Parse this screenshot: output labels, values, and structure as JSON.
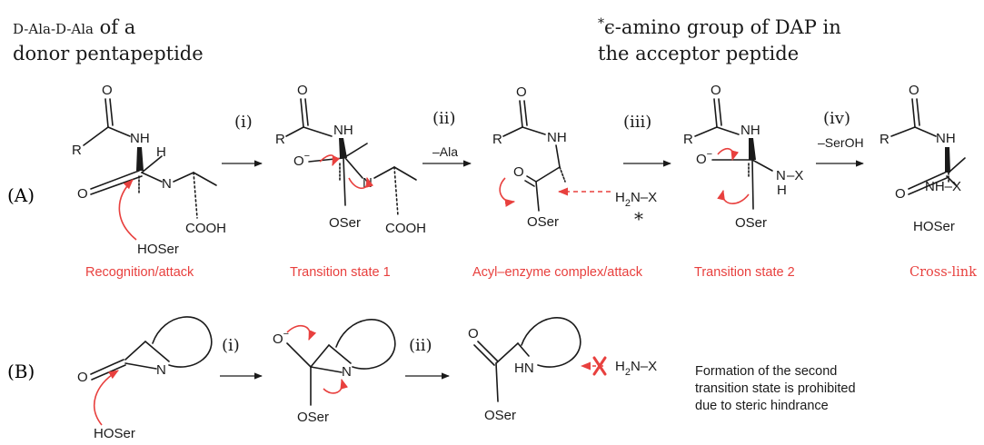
{
  "headers": {
    "left_line1_prefix": "D-Ala-D-Ala",
    "left_line1_suffix": " of a",
    "left_line2": "donor pentapeptide",
    "right_line1_prefix": "*",
    "right_line1_epsilon": "ϵ",
    "right_line1_suffix": "-amino group of DAP in",
    "right_line2": "the acceptor peptide"
  },
  "panels": {
    "a_label": "(A)",
    "b_label": "(B)"
  },
  "steps": {
    "i": "(i)",
    "ii": "(ii)",
    "iii": "(iii)",
    "iv": "(iv)",
    "minus_ala": "–Ala",
    "minus_serOH": "–SerOH"
  },
  "atoms": {
    "R": "R",
    "O": "O",
    "O_minus": "O",
    "minus": "−",
    "NH": "NH",
    "N": "N",
    "H": "H",
    "HN": "HN",
    "COOH": "COOH",
    "OSer": "OSer",
    "HOSer": "HOSer",
    "H2N": "H",
    "two": "2",
    "N_X": "N–X",
    "X_dash": "–X",
    "NH_X": "NH–X",
    "star": "*"
  },
  "captions": {
    "c1": "Recognition/attack",
    "c2": "Transition state 1",
    "c3": "Acyl–enzyme complex/attack",
    "c4": "Transition state 2",
    "c5": "Cross-link"
  },
  "note": {
    "line1": "Formation of the second",
    "line2": "transition state is prohibited",
    "line3": "due to steric hindrance"
  },
  "colors": {
    "accent_red": "#e8403e",
    "ink": "#1a1a1a"
  }
}
